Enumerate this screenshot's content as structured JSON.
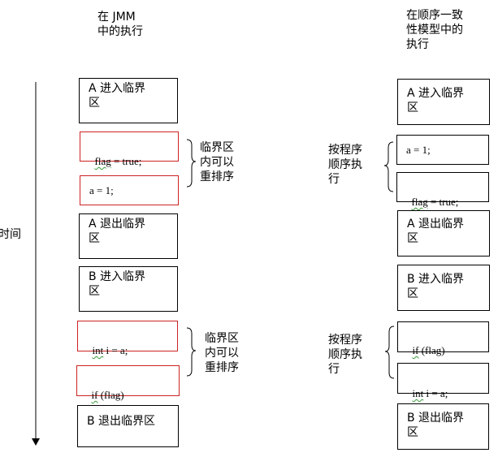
{
  "headers": {
    "jmm": "在 JMM\n中的执行",
    "sc": "在顺序一致\n性模型中的\n执行"
  },
  "time_label": "时间",
  "jmm_boxes": {
    "a_enter": "A 进入临界\n区",
    "flag_prefix": "flag",
    "flag_suffix": " = true;",
    "a_assign": "a = 1;",
    "a_exit": "A 退出临界\n区",
    "b_enter": "B 进入临界\n区",
    "int_prefix": "int",
    "int_suffix": " i = a;",
    "if_prefix": "if",
    "if_suffix": " (flag)",
    "b_exit": "B 退出临界区"
  },
  "jmm_notes": {
    "upper": "临界区\n内可以\n重排序",
    "lower": "临界区\n内可以\n重排序"
  },
  "sc_boxes": {
    "a_enter": "A 进入临界\n区",
    "a_assign": "a = 1;",
    "flag_prefix": "flag",
    "flag_suffix": " = true;",
    "a_exit": "A 退出临界\n区",
    "b_enter": "B 进入临界\n区",
    "if_prefix": "if",
    "if_suffix": " (flag)",
    "int_prefix": "int",
    "int_suffix": " i = a;",
    "b_exit": "B 退出临界\n区"
  },
  "sc_notes": {
    "upper": "按程序\n顺序执\n行",
    "lower": "按程序\n顺序执\n行"
  },
  "colors": {
    "red_border": "#cc2222",
    "spell_underline": "#3a9a3a"
  }
}
